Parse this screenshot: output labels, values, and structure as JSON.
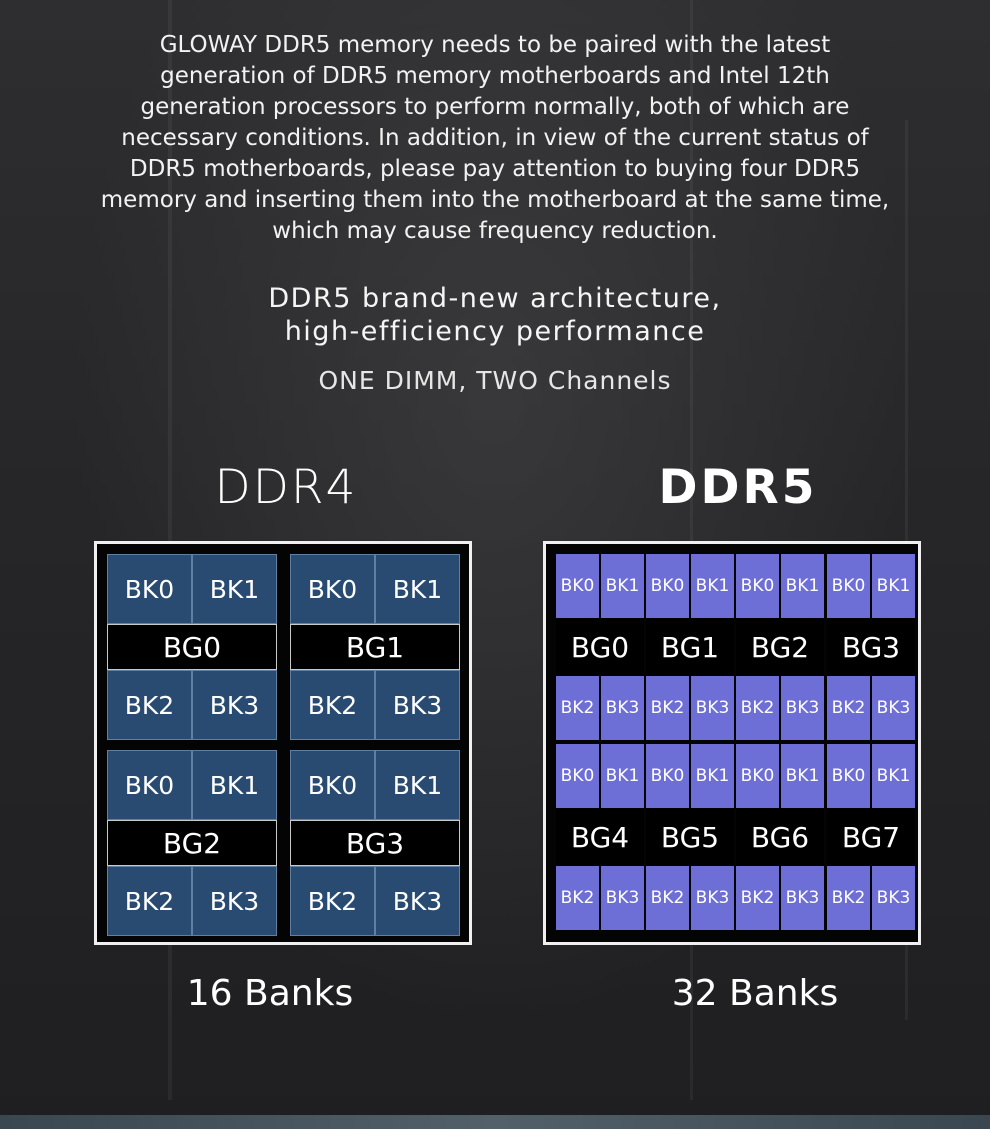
{
  "intro": "GLOWAY DDR5 memory needs to be paired with the latest generation of DDR5 memory motherboards and Intel 12th generation processors to perform normally, both of which are necessary conditions. In addition, in view of the current status of DDR5 motherboards, please pay attention to buying four DDR5 memory and inserting them into the motherboard at the same time, which may cause frequency reduction.",
  "heading": {
    "line1": "DDR5 brand-new architecture,",
    "line2": "high-efficiency performance"
  },
  "subheading": "ONE DIMM, TWO Channels",
  "ddr4": {
    "title": "DDR4",
    "caption": "16 Banks",
    "groups": [
      {
        "label": "BG0",
        "banks": [
          "BK0",
          "BK1",
          "BK2",
          "BK3"
        ]
      },
      {
        "label": "BG1",
        "banks": [
          "BK0",
          "BK1",
          "BK2",
          "BK3"
        ]
      },
      {
        "label": "BG2",
        "banks": [
          "BK0",
          "BK1",
          "BK2",
          "BK3"
        ]
      },
      {
        "label": "BG3",
        "banks": [
          "BK0",
          "BK1",
          "BK2",
          "BK3"
        ]
      }
    ]
  },
  "ddr5": {
    "title": "DDR5",
    "caption": "32 Banks",
    "groups": [
      {
        "label": "BG0",
        "banks": [
          "BK0",
          "BK1",
          "BK2",
          "BK3"
        ]
      },
      {
        "label": "BG1",
        "banks": [
          "BK0",
          "BK1",
          "BK2",
          "BK3"
        ]
      },
      {
        "label": "BG2",
        "banks": [
          "BK0",
          "BK1",
          "BK2",
          "BK3"
        ]
      },
      {
        "label": "BG3",
        "banks": [
          "BK0",
          "BK1",
          "BK2",
          "BK3"
        ]
      },
      {
        "label": "BG4",
        "banks": [
          "BK0",
          "BK1",
          "BK2",
          "BK3"
        ]
      },
      {
        "label": "BG5",
        "banks": [
          "BK0",
          "BK1",
          "BK2",
          "BK3"
        ]
      },
      {
        "label": "BG6",
        "banks": [
          "BK0",
          "BK1",
          "BK2",
          "BK3"
        ]
      },
      {
        "label": "BG7",
        "banks": [
          "BK0",
          "BK1",
          "BK2",
          "BK3"
        ]
      }
    ]
  },
  "colors": {
    "ddr4_bank": "#294b71",
    "ddr5_bank": "#6e6fd6",
    "bank_group": "#000000",
    "panel_border": "#f0f0f0"
  }
}
